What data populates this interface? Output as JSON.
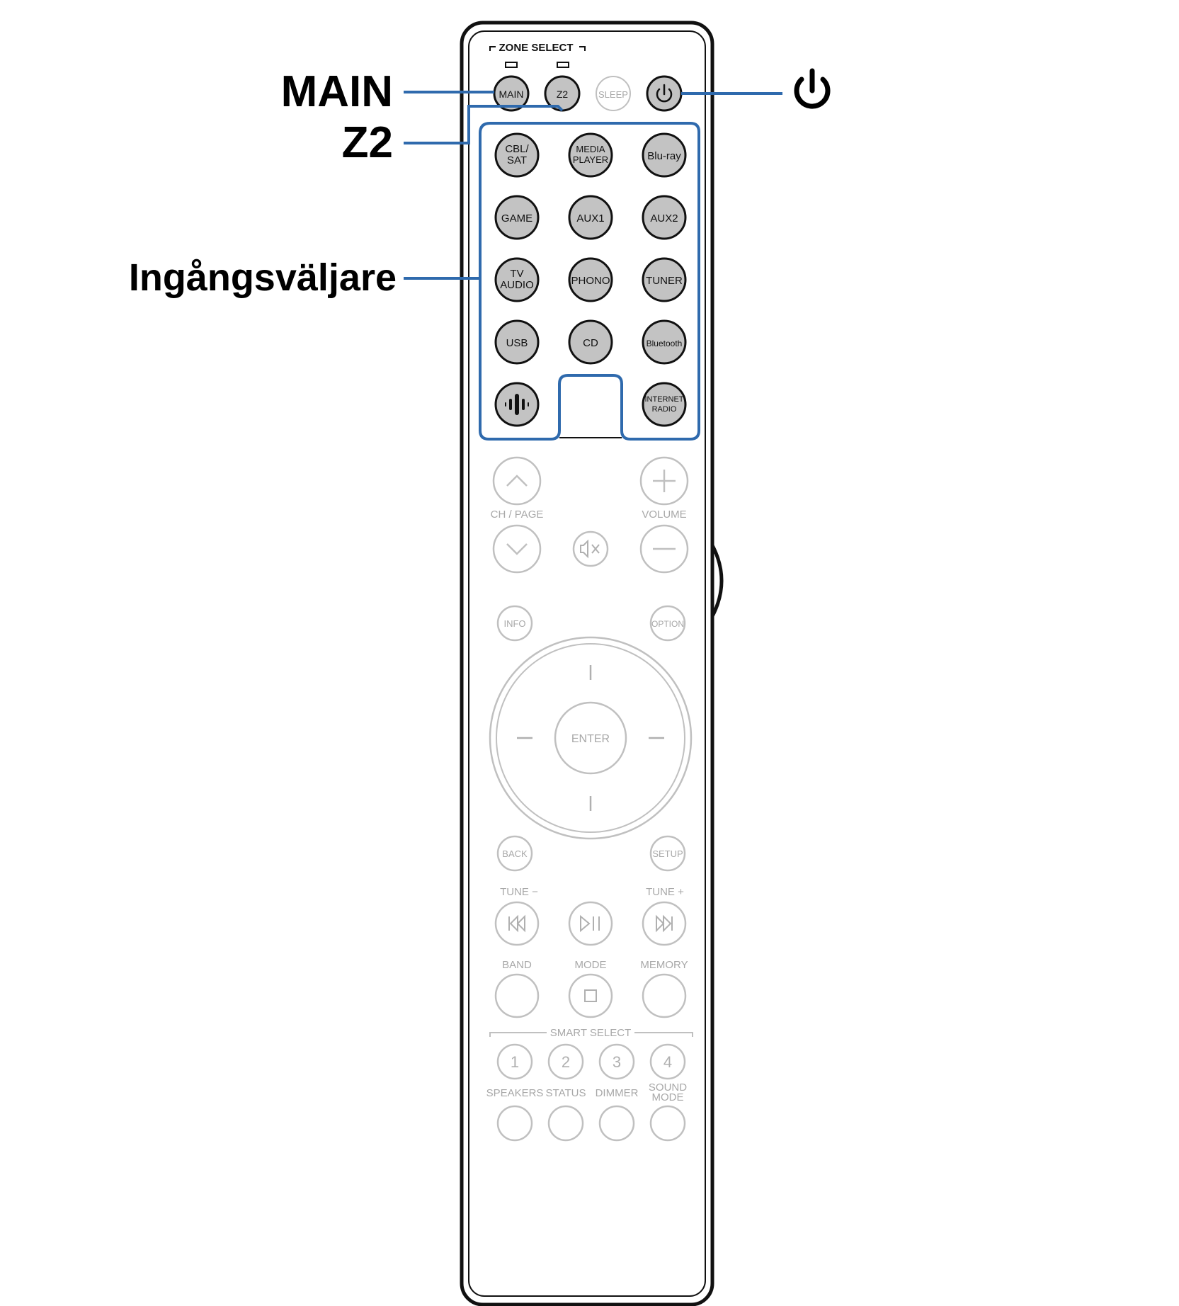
{
  "colors": {
    "accent_blue": "#2f6aad",
    "active_fill": "#c3c3c3",
    "inactive_stroke": "#c0c0c0",
    "inactive_text": "#a8a8a8",
    "outline": "#111111"
  },
  "callouts": {
    "main": "MAIN",
    "z2": "Z2",
    "input_selector": "Ingångsväljare",
    "power_symbol": "⏻"
  },
  "remote": {
    "zone_select": "ZONE SELECT",
    "top_row": {
      "main": "MAIN",
      "z2": "Z2",
      "sleep": "SLEEP",
      "power_icon": "power-icon"
    },
    "inputs": {
      "cbl_sat": [
        "CBL/",
        "SAT"
      ],
      "media_player": [
        "MEDIA",
        "PLAYER"
      ],
      "bluray": "Blu-ray",
      "game": "GAME",
      "aux1": "AUX1",
      "aux2": "AUX2",
      "tv_audio": [
        "TV",
        "AUDIO"
      ],
      "phono": "PHONO",
      "tuner": "TUNER",
      "usb": "USB",
      "cd": "CD",
      "bluetooth": "Bluetooth",
      "heos_icon": "heos-icon",
      "internet_radio": [
        "INTERNET",
        "RADIO"
      ]
    },
    "controls": {
      "ch_page": "CH / PAGE",
      "volume": "VOLUME",
      "mute_icon": "mute-icon",
      "info": "INFO",
      "option": "OPTION",
      "enter": "ENTER",
      "back": "BACK",
      "setup": "SETUP",
      "tune_minus": "TUNE −",
      "tune_plus": "TUNE +",
      "band": "BAND",
      "mode": "MODE",
      "memory": "MEMORY",
      "smart_select": "SMART SELECT",
      "smart_1": "1",
      "smart_2": "2",
      "smart_3": "3",
      "smart_4": "4",
      "speakers": "SPEAKERS",
      "status": "STATUS",
      "dimmer": "DIMMER",
      "sound_mode": [
        "SOUND",
        "MODE"
      ]
    }
  }
}
